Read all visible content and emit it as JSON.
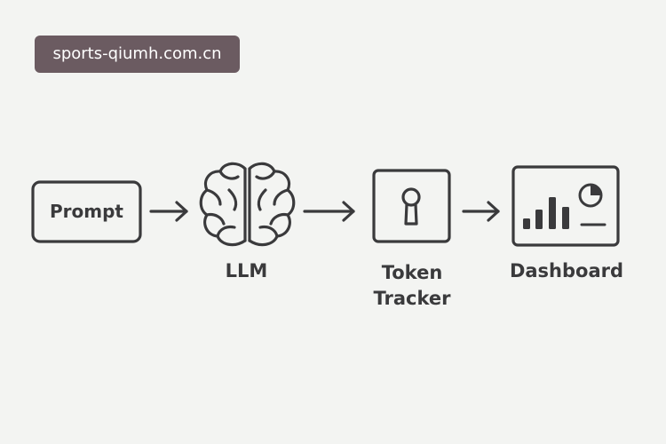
{
  "watermark": {
    "text": "sports-qiumh.com.cn"
  },
  "diagram": {
    "nodes": [
      {
        "id": "prompt",
        "label": "Prompt",
        "icon": "rounded-box"
      },
      {
        "id": "llm",
        "label": "LLM",
        "icon": "brain-icon"
      },
      {
        "id": "token-tracker",
        "label_lines": [
          "Token",
          "Tracker"
        ],
        "icon": "keyhole-icon"
      },
      {
        "id": "dashboard",
        "label": "Dashboard",
        "icon": "chart-dashboard-icon"
      }
    ],
    "edges": [
      {
        "from": "prompt",
        "to": "llm"
      },
      {
        "from": "llm",
        "to": "token-tracker"
      },
      {
        "from": "token-tracker",
        "to": "dashboard"
      }
    ]
  },
  "colors": {
    "background": "#f3f4f2",
    "stroke": "#3a3a3c",
    "watermark_bg": "#6b5b61"
  }
}
